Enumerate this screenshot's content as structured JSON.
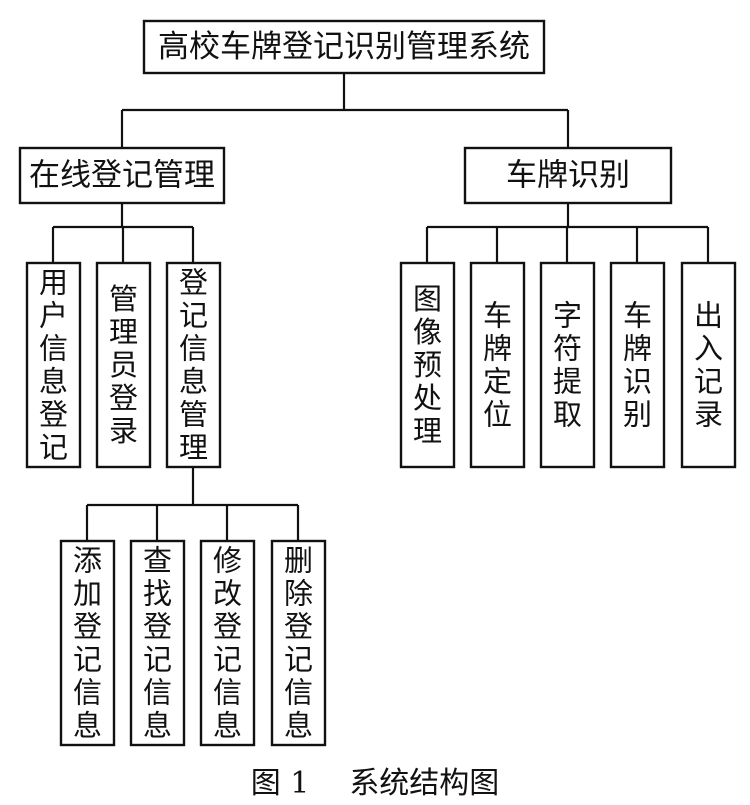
{
  "title": "高校车牌登记识别管理系统",
  "branches": [
    {
      "label": "在线登记管理",
      "children": [
        {
          "label": "用户信息登记"
        },
        {
          "label": "管理员登录"
        },
        {
          "label": "登记信息管理",
          "children": [
            {
              "label": "添加登记信息"
            },
            {
              "label": "查找登记信息"
            },
            {
              "label": "修改登记信息"
            },
            {
              "label": "删除登记信息"
            }
          ]
        }
      ]
    },
    {
      "label": "车牌识别",
      "children": [
        {
          "label": "图像预处理"
        },
        {
          "label": "车牌定位"
        },
        {
          "label": "字符提取"
        },
        {
          "label": "车牌识别"
        },
        {
          "label": "出入记录"
        }
      ]
    }
  ],
  "caption": {
    "figure_label": "图 1",
    "text": "系统结构图"
  }
}
